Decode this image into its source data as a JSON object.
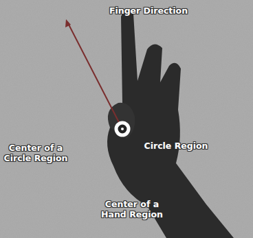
{
  "diagram": {
    "labels": [
      "Finger Direction",
      "Center of a Circle Region",
      "Circle Region",
      "Center of a Hand Region"
    ]
  }
}
